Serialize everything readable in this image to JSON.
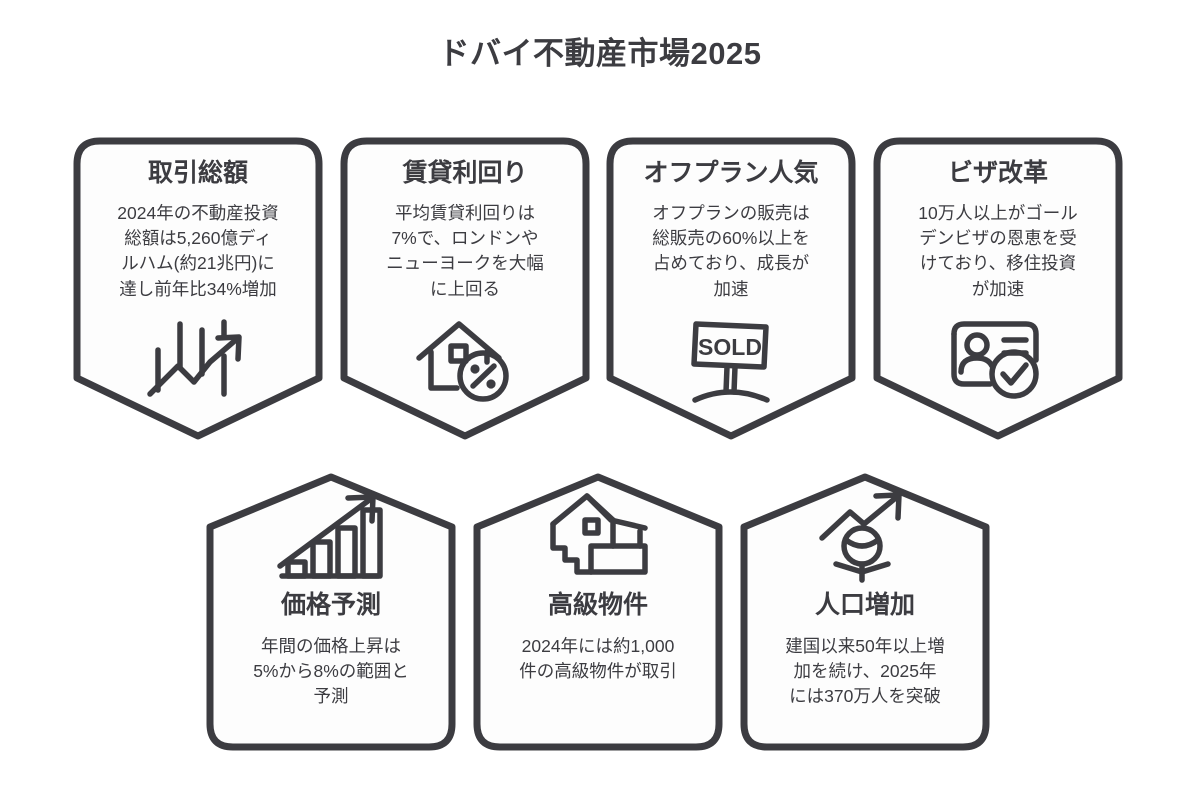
{
  "title": "ドバイ不動産市場2025",
  "colors": {
    "stroke": "#3c3c41",
    "card_fill": "#fdfdfd",
    "background": "#ffffff",
    "text": "#3c3c41"
  },
  "cards": [
    {
      "id": "transaction-total",
      "row": "top",
      "title": "取引総額",
      "body": "2024年の不動産投資総額は5,260億ディルハム(約21兆円)に達し前年比34%増加",
      "body_lines": [
        "2024年の不動産投資",
        "総額は5,260億ディ",
        "ルハム(約21兆円)に",
        "達し前年比34%増加"
      ],
      "icon": "candlestick-chart-growth-icon"
    },
    {
      "id": "rental-yield",
      "row": "top",
      "title": "賃貸利回り",
      "body": "平均賃貸利回りは7%で、ロンドンやニューヨークを大幅に上回る",
      "body_lines": [
        "平均賃貸利回りは",
        "7%で、ロンドンや",
        "ニューヨークを大幅",
        "に上回る"
      ],
      "icon": "house-percent-icon"
    },
    {
      "id": "offplan-popularity",
      "row": "top",
      "title": "オフプラン人気",
      "body": "オフプランの販売は総販売の60%以上を占めており、成長が加速",
      "body_lines": [
        "オフプランの販売は",
        "総販売の60%以上を",
        "占めており、成長が",
        "加速"
      ],
      "icon": "sold-sign-icon",
      "icon_text": "SOLD"
    },
    {
      "id": "visa-reform",
      "row": "top",
      "title": "ビザ改革",
      "body": "10万人以上がゴールデンビザの恩恵を受けており、移住投資が加速",
      "body_lines": [
        "10万人以上がゴール",
        "デンビザの恩恵を受",
        "けており、移住投資",
        "が加速"
      ],
      "icon": "id-card-check-icon"
    },
    {
      "id": "price-forecast",
      "row": "bottom",
      "title": "価格予測",
      "body": "年間の価格上昇は5%から8%の範囲と予測",
      "body_lines": [
        "年間の価格上昇は",
        "5%から8%の範囲と",
        "予測"
      ],
      "icon": "bar-chart-arrow-icon"
    },
    {
      "id": "luxury-property",
      "row": "bottom",
      "title": "高級物件",
      "body": "2024年には約1,000件の高級物件が取引",
      "body_lines": [
        "2024年には約1,000",
        "件の高級物件が取引"
      ],
      "icon": "luxury-villa-icon"
    },
    {
      "id": "population-growth",
      "row": "bottom",
      "title": "人口増加",
      "body": "建国以来50年以上増加を続け、2025年には370万人を突破",
      "body_lines": [
        "建国以来50年以上増",
        "加を続け、2025年",
        "には370万人を突破"
      ],
      "icon": "person-growth-arrow-icon"
    }
  ]
}
